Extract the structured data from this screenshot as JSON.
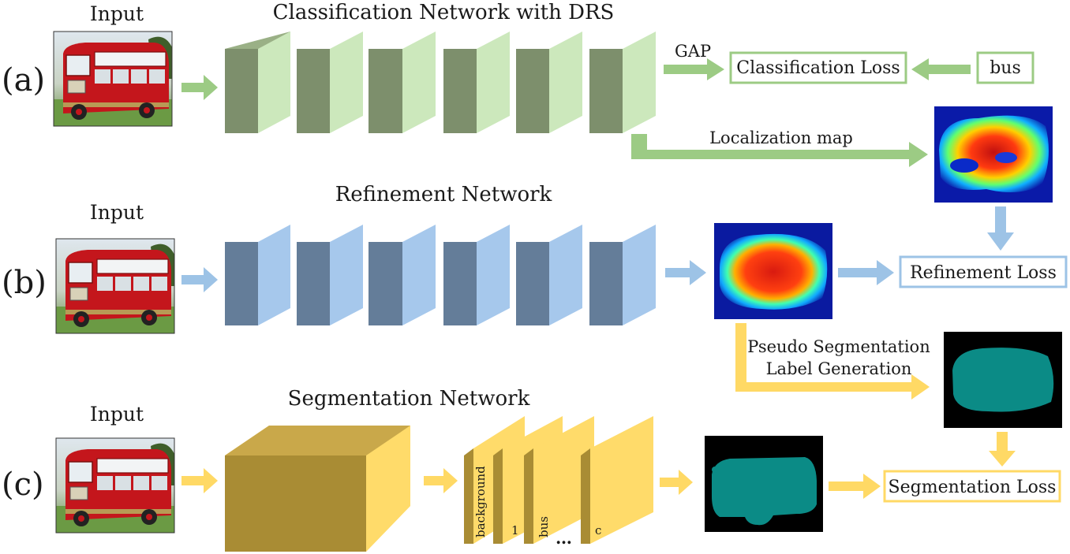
{
  "rows": {
    "a": {
      "label": "(a)",
      "input_label": "Input",
      "title": "Classification Network with DRS",
      "gap_label": "GAP",
      "loss_label": "Classification Loss",
      "class_label": "bus",
      "map_label": "Localization map"
    },
    "b": {
      "label": "(b)",
      "input_label": "Input",
      "title": "Refinement Network",
      "loss_label": "Refinement Loss"
    },
    "c": {
      "label": "(c)",
      "input_label": "Input",
      "title": "Segmentation Network",
      "loss_label": "Segmentation Loss",
      "slice_labels": [
        "background",
        "1",
        "bus",
        "c"
      ],
      "ellipsis": "…"
    }
  },
  "pseudo_label": {
    "line1": "Pseudo Segmentation",
    "line2": "Label Generation"
  },
  "colors": {
    "green_front": "#cce8bc",
    "green_side": "#7d8f6c",
    "green_top": "#9ab086",
    "green_arrow": "#9ccb84",
    "blue_front": "#a6c8ec",
    "blue_side": "#647d99",
    "blue_top": "#86a2c2",
    "blue_arrow": "#9dc3e6",
    "yellow_front": "#ffdb6a",
    "yellow_side": "#a98c34",
    "yellow_top": "#c9a84a",
    "yellow_arrow": "#ffd965",
    "teal_mask": "#0b8b86"
  }
}
